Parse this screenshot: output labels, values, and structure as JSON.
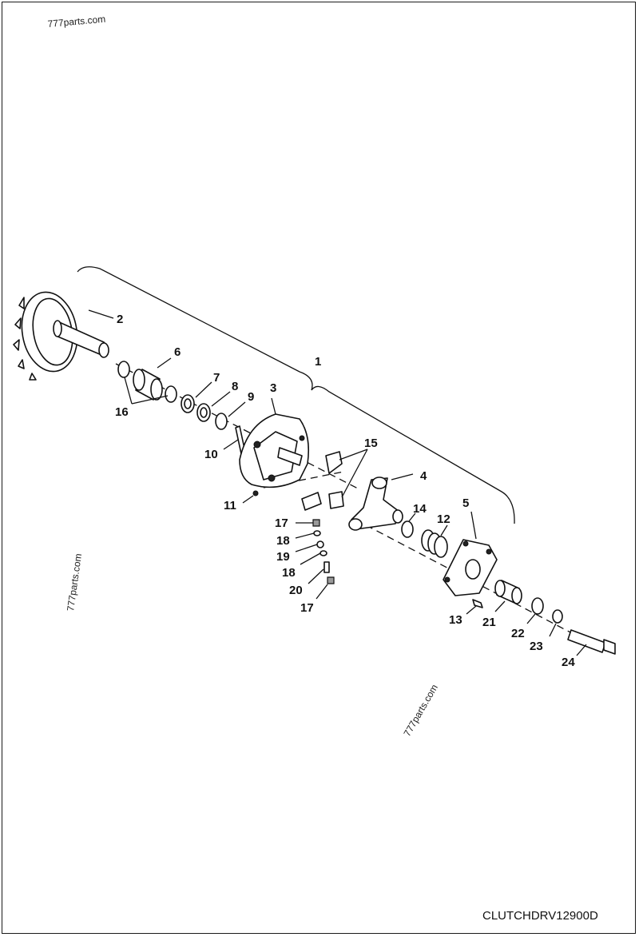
{
  "watermarks": [
    "777parts.com",
    "777parts.com",
    "777parts.com"
  ],
  "drawing_code": "CLUTCHDRV12900D",
  "callouts": [
    "1",
    "2",
    "3",
    "4",
    "5",
    "6",
    "7",
    "8",
    "9",
    "10",
    "11",
    "12",
    "13",
    "14",
    "15",
    "16",
    "17",
    "17",
    "18",
    "18",
    "19",
    "20",
    "21",
    "22",
    "23",
    "24"
  ],
  "colors": {
    "line": "#111111",
    "background": "#ffffff"
  }
}
